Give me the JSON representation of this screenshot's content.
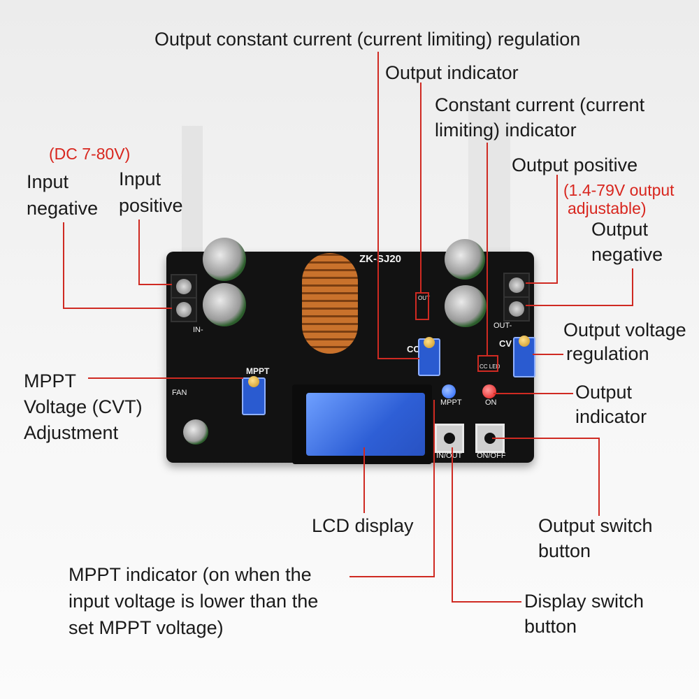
{
  "labels": {
    "cc_regulation": "Output constant current (current limiting) regulation",
    "output_indicator_top": "Output indicator",
    "cc_indicator_l1": "Constant current (current",
    "cc_indicator_l2": "limiting) indicator",
    "output_positive": "Output positive",
    "output_range_l1": "(1.4-79V output",
    "output_range_l2": "adjustable)",
    "output_negative_l1": "Output",
    "output_negative_l2": "negative",
    "input_range": "(DC 7-80V)",
    "input_negative_l1": "Input",
    "input_negative_l2": "negative",
    "input_positive_l1": "Input",
    "input_positive_l2": "positive",
    "voltage_reg_l1": "Output voltage",
    "voltage_reg_l2": "regulation",
    "mppt_adj_l1": "MPPT",
    "mppt_adj_l2": "Voltage (CVT)",
    "mppt_adj_l3": "Adjustment",
    "output_indicator_r_l1": "Output",
    "output_indicator_r_l2": "indicator",
    "lcd": "LCD display",
    "output_switch_l1": "Output switch",
    "output_switch_l2": "button",
    "mppt_ind_l1": "MPPT indicator (on when the",
    "mppt_ind_l2": "input voltage is lower than the",
    "mppt_ind_l3": "set MPPT voltage)",
    "display_switch_l1": "Display switch",
    "display_switch_l2": "button"
  },
  "silkscreen": {
    "model": "ZK-SJ20",
    "in_minus": "IN-",
    "out_minus": "OUT-",
    "mppt": "MPPT",
    "fan": "FAN",
    "cc": "CC",
    "cv": "CV",
    "mppt_led": "MPPT",
    "on_led": "ON",
    "in_out": "IN/OUT",
    "on_off": "ON/OFF",
    "cc_led": "CC LED",
    "out": "OUT"
  },
  "colors": {
    "accent": "#cf2a22",
    "board": "#121212",
    "lcd": "#2e5fd6"
  }
}
